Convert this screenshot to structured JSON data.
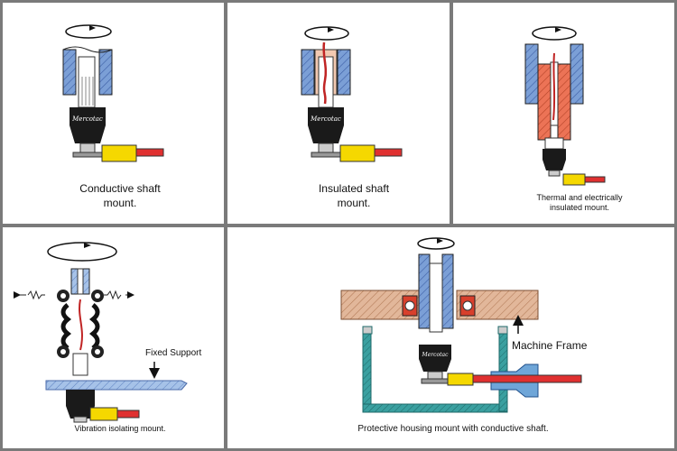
{
  "panels": [
    {
      "caption": "Conductive shaft\nmount."
    },
    {
      "caption": "Insulated shaft\nmount."
    },
    {
      "caption": "Thermal and electrically\ninsulated mount."
    },
    {
      "caption": "Vibration isolating mount."
    },
    {
      "caption": "Protective housing mount with conductive shaft."
    }
  ],
  "labels": {
    "fixed_support": "Fixed Support",
    "machine_frame": "Machine Frame"
  },
  "brand_mark": "Mercotac",
  "colors": {
    "shaft_blue": "#7b9fd6",
    "insulator_orange": "#ec7356",
    "wire_red": "#e03030",
    "connector_yellow": "#f5d800",
    "wood_hatch": "#d9a98a",
    "frame_teal": "#2f8f8f",
    "bearing_red": "#d8402c",
    "bellows_black": "#111111"
  }
}
